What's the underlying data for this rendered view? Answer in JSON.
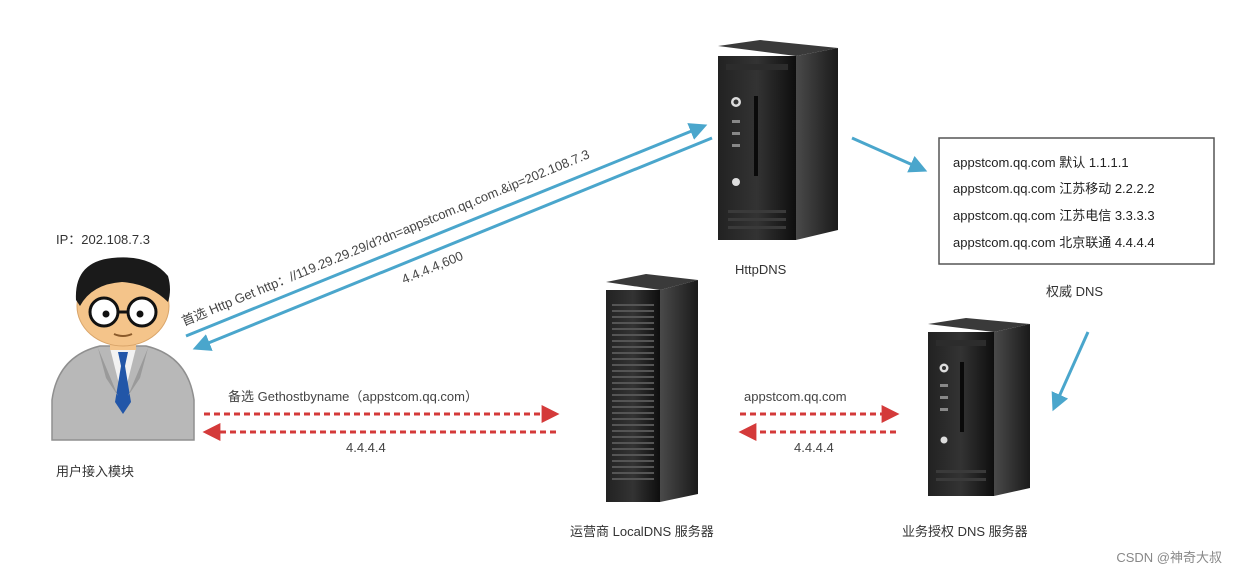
{
  "user": {
    "ip_label": "IP：202.108.7.3",
    "caption": "用户接入模块"
  },
  "httpdns": {
    "caption": "HttpDNS",
    "request_label": "首选 Http Get http：//119.29.29.29/d?dn=appstcom.qq.com.&ip=202.108.7.3",
    "response_label": "4.4.4.4,600"
  },
  "localdns": {
    "caption": "运营商 LocalDNS 服务器",
    "request_label": "备选 Gethostbyname（appstcom.qq.com）",
    "response_label": "4.4.4.4"
  },
  "business_dns": {
    "caption": "业务授权 DNS 服务器",
    "request_label": "appstcom.qq.com",
    "response_label": "4.4.4.4"
  },
  "authority_dns": {
    "caption": "权威 DNS",
    "records": [
      "appstcom.qq.com 默认 1.1.1.1",
      "appstcom.qq.com 江苏移动 2.2.2.2",
      "appstcom.qq.com 江苏电信 3.3.3.3",
      "appstcom.qq.com 北京联通 4.4.4.4"
    ]
  },
  "watermark": "CSDN @神奇大叔",
  "colors": {
    "solid_arrow": "#4aa6cc",
    "dashed_arrow": "#d43a3a",
    "server_dark": "#151515",
    "box_border": "#555555"
  }
}
